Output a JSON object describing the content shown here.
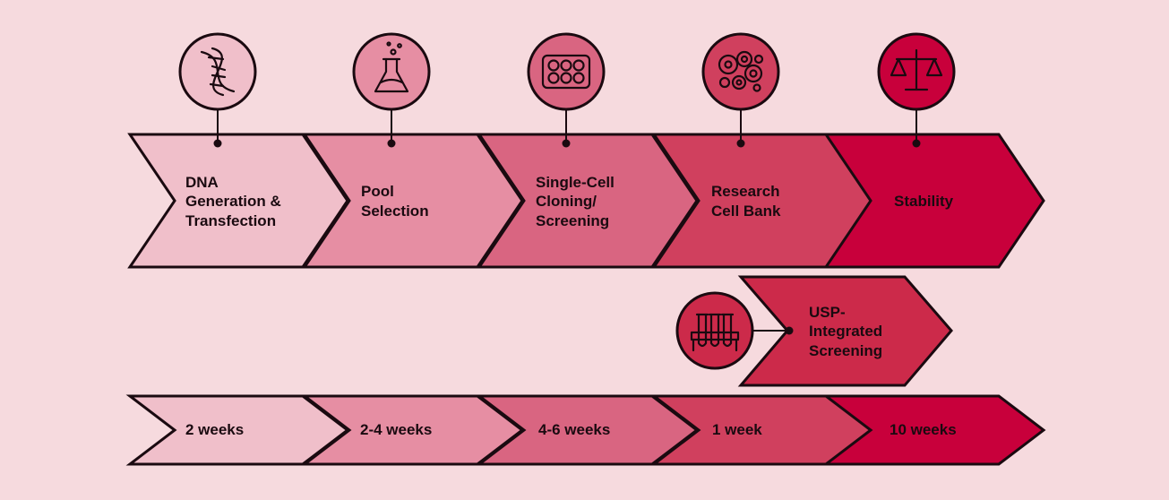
{
  "colors": {
    "background": "#f6dade",
    "outline": "#1a0a10",
    "stage_1": "#f0bfca",
    "stage_2": "#e68ea3",
    "stage_3": "#d96581",
    "stage_4": "#d0405e",
    "stage_5": "#c8003b",
    "usp": "#cc2a4a"
  },
  "steps": [
    {
      "label_lines": [
        "DNA",
        "Generation &",
        "Transfection"
      ],
      "icon": "dna-icon",
      "color": "#f0bfca"
    },
    {
      "label_lines": [
        "Pool",
        "Selection"
      ],
      "icon": "flask-icon",
      "color": "#e68ea3"
    },
    {
      "label_lines": [
        "Single-Cell",
        "Cloning/",
        "Screening"
      ],
      "icon": "well-plate-icon",
      "color": "#d96581"
    },
    {
      "label_lines": [
        "Research",
        "Cell Bank"
      ],
      "icon": "cells-icon",
      "color": "#d0405e"
    },
    {
      "label_lines": [
        "Stability"
      ],
      "icon": "scale-icon",
      "color": "#c8003b"
    }
  ],
  "usp_step": {
    "label_lines": [
      "USP-",
      "Integrated",
      "Screening"
    ],
    "icon": "test-tube-rack-icon",
    "color": "#cc2a4a"
  },
  "durations": [
    "2 weeks",
    "2-4 weeks",
    "4-6 weeks",
    "1 week",
    "10 weeks"
  ]
}
